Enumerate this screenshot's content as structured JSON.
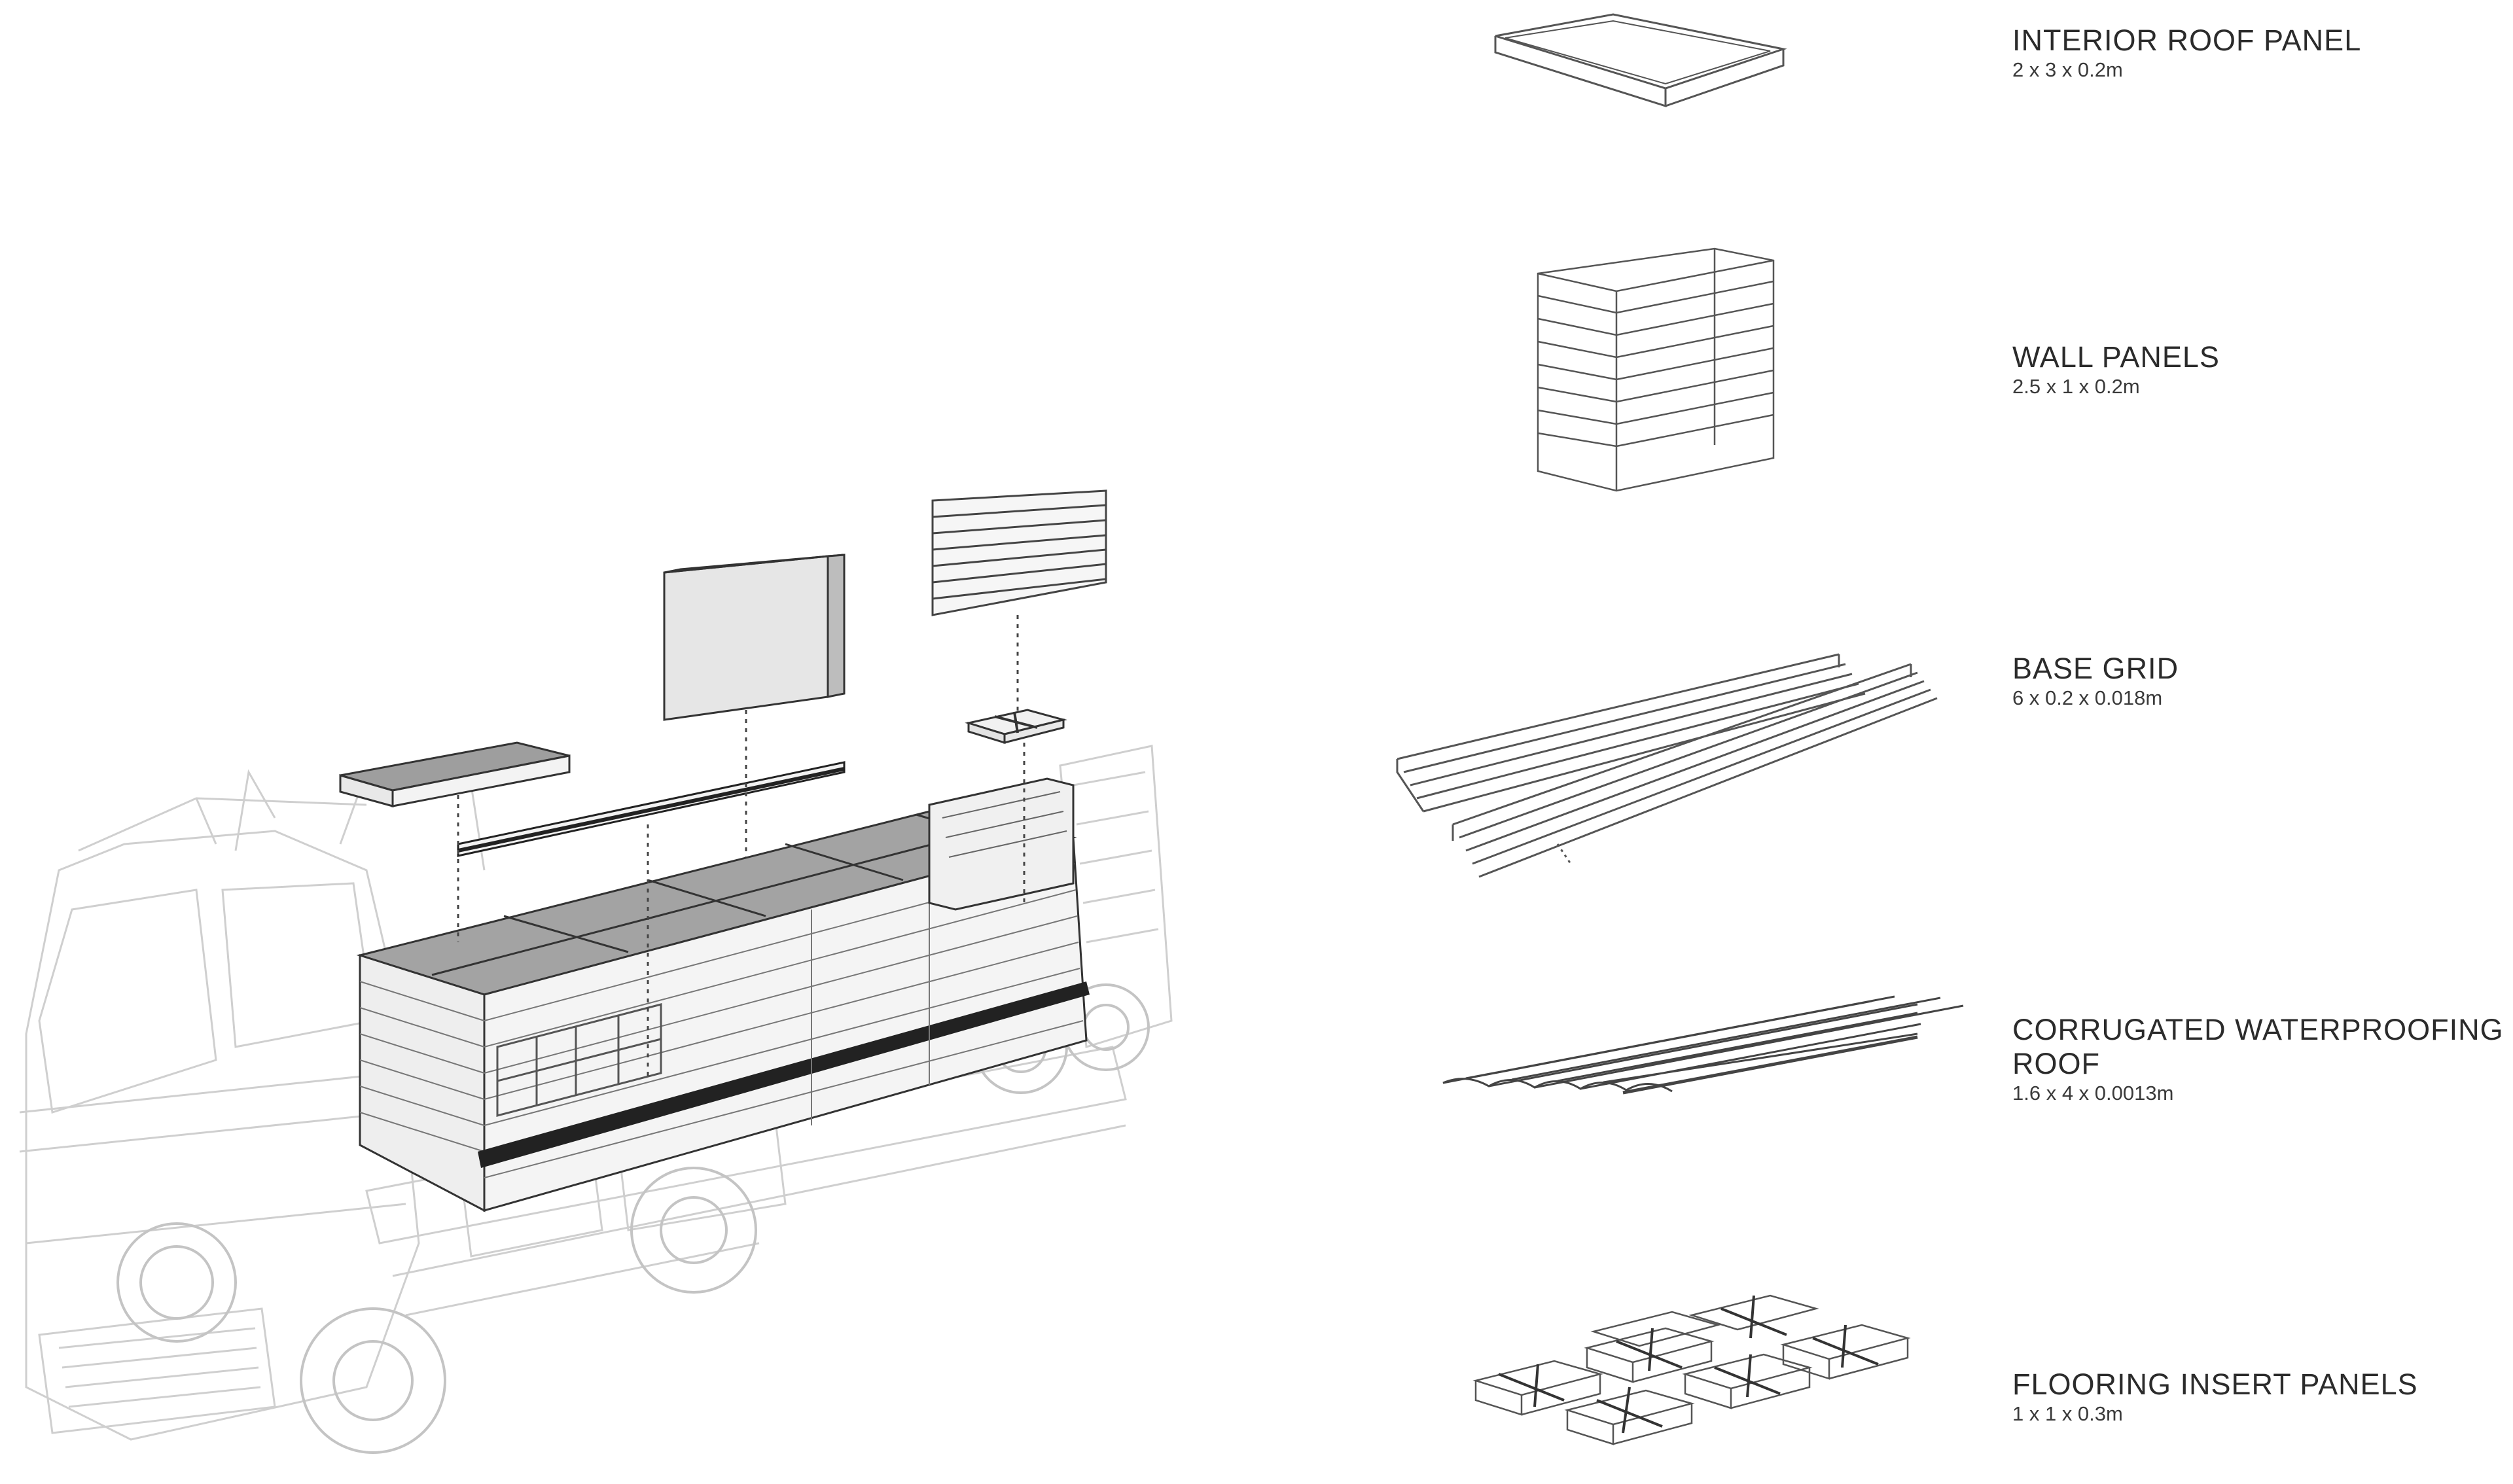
{
  "components": [
    {
      "name": "INTERIOR ROOF PANEL",
      "dims": "2 x 3 x 0.2m",
      "icon": "roof-panel-icon"
    },
    {
      "name": "WALL PANELS",
      "dims": "2.5 x 1 x 0.2m",
      "icon": "wall-panels-icon"
    },
    {
      "name": "BASE GRID",
      "dims": "6 x 0.2 x 0.018m",
      "icon": "base-grid-icon"
    },
    {
      "name": "CORRUGATED WATERPROOFING ROOF",
      "dims": "1.6 x 4 x 0.0013m",
      "icon": "corrugated-roof-icon"
    },
    {
      "name": "FLOORING INSERT PANELS",
      "dims": "1 x 1 x 0.3m",
      "icon": "flooring-panels-icon"
    }
  ],
  "colors": {
    "line": "#2b2b2b",
    "ghost": "#c8c8c8",
    "panel_fill": "#e9e9e9",
    "roof_fill": "#9a9a9a"
  }
}
